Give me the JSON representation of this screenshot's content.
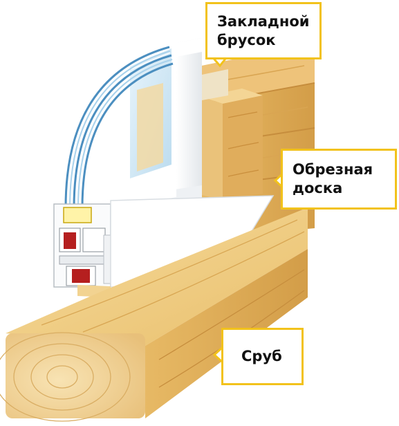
{
  "labels": {
    "timber_block": "Закладной\nбрусок",
    "edged_board": "Обрезная\nдоска",
    "log_frame": "Сруб"
  },
  "colors": {
    "accent": "#f2c21b",
    "wood_light": "#f1cf86",
    "wood_mid": "#e3b460",
    "wood_dark": "#c98e3c",
    "pvc_white": "#f4f6f8",
    "glass": "#cfe6f4",
    "seal_red": "#b51f1f"
  },
  "icons": {
    "callout_pointer": "triangle-pointer"
  }
}
